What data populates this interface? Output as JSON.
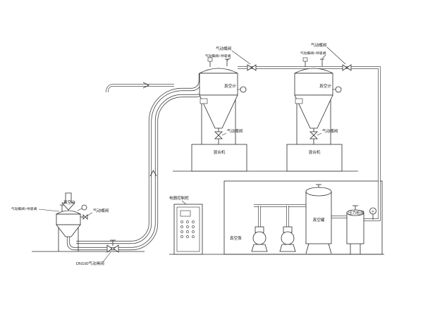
{
  "diagram": {
    "feed_station": {
      "breather_valve_label": "气动蝶阀+呼吸阀",
      "vacuum_gauge_label": "真空计",
      "butterfly_valve_label": "气动蝶阀",
      "gate_valve_label": "DN100气动闸阀"
    },
    "receiver_1": {
      "butterfly_valve_label": "气动蝶阀",
      "breather_valve_label": "气动蝶阀+呼吸阀",
      "vacuum_gauge_label": "真空计",
      "discharge_valve_label": "气动蝶阀",
      "equipment_label": "混合机"
    },
    "receiver_2": {
      "butterfly_valve_label": "气动蝶阀",
      "breather_valve_label": "气动蝶阀+呼吸阀",
      "vacuum_gauge_label": "真空计",
      "discharge_valve_label": "气动蝶阀",
      "equipment_label": "混合机"
    },
    "control_cabinet": {
      "label": "电器控制柜"
    },
    "pump_room": {
      "vacuum_pump_label": "真空泵",
      "tank_label": "真空罐",
      "pressure_label": "压力检测",
      "pressure_gauge_letter": "P"
    }
  }
}
